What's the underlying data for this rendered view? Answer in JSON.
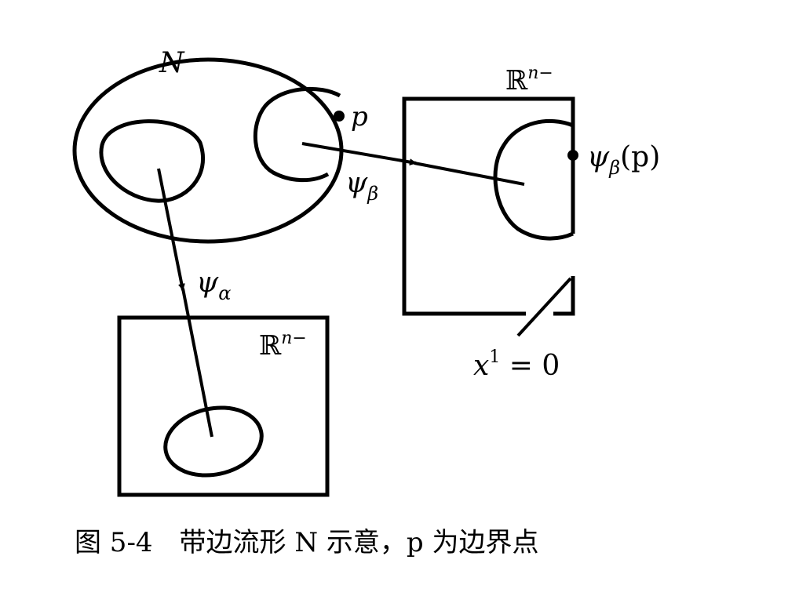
{
  "labels": {
    "manifold": "N",
    "point": "p",
    "chart_beta": "ψ",
    "chart_beta_sub": "β",
    "chart_beta_image": "ψ",
    "chart_beta_image_sub": "β",
    "chart_beta_image_arg": "(p)",
    "chart_alpha": "ψ",
    "chart_alpha_sub": "α",
    "space_top": "ℝ",
    "space_top_sup": "n−",
    "space_bottom": "ℝ",
    "space_bottom_sup": "n−",
    "boundary_var": "x",
    "boundary_sup": "1",
    "boundary_eq": " = 0"
  },
  "caption": "图 5-4　带边流形 N 示意，p 为边界点",
  "colors": {
    "ink": "#000000",
    "background": "#ffffff"
  }
}
